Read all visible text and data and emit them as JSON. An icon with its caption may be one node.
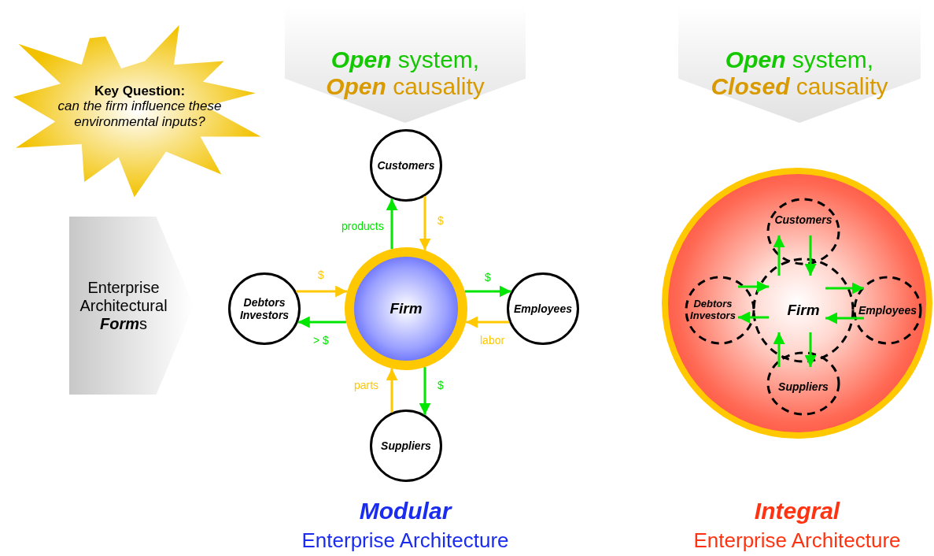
{
  "diagram": {
    "nodes": [
      {
        "text": [
          "Key Question:",
          "can the firm influence these environmental inputs?"
        ]
      },
      {
        "text": [
          "Enterprise Architectural **Form**s"
        ]
      },
      {
        "text": [
          "**Open** system,",
          "**Open** causality"
        ]
      },
      {
        "text": [
          "**Open** system,",
          "**Closed** causality"
        ]
      },
      {
        "text": [
          "Customers"
        ]
      },
      {
        "text": [
          "Debtors Investors"
        ]
      },
      {
        "text": [
          "Firm"
        ]
      },
      {
        "text": [
          "Employees"
        ]
      },
      {
        "text": [
          "Suppliers"
        ]
      },
      {
        "text": [],
        "shape": "circle"
      },
      {
        "text": [
          "Customers"
        ],
        "in": 9
      },
      {
        "text": [
          "Debtors Investors"
        ],
        "in": 9
      },
      {
        "text": [
          "Firm"
        ],
        "in": 9
      },
      {
        "text": [
          "Employees"
        ],
        "in": 9
      },
      {
        "text": [
          "Suppliers"
        ],
        "in": 9
      }
    ],
    "edges": [
      {
        "from": 6,
        "to": 4,
        "arrow": "to",
        "label": "products"
      },
      {
        "from": 4,
        "to": 6,
        "arrow": "to",
        "label": "$",
        "color": "#ffc800"
      },
      {
        "from": 5,
        "to": 6,
        "arrow": "to",
        "label": "$",
        "color": "#ffc800"
      },
      {
        "from": 6,
        "to": 5,
        "arrow": "to",
        "label": "> $"
      },
      {
        "from": 6,
        "to": 7,
        "arrow": "to",
        "label": "$"
      },
      {
        "from": 7,
        "to": 6,
        "arrow": "to",
        "label": "labor",
        "color": "#ffc800"
      },
      {
        "from": 6,
        "to": 8,
        "arrow": "to",
        "label": "$"
      },
      {
        "from": 8,
        "to": 6,
        "arrow": "to",
        "label": "parts",
        "color": "#ffc800"
      },
      {
        "from": 12,
        "to": 10,
        "arrow": "to"
      },
      {
        "from": 10,
        "to": 12,
        "arrow": "to"
      },
      {
        "from": 11,
        "to": 12,
        "arrow": "to"
      },
      {
        "from": 12,
        "to": 11,
        "arrow": "to"
      },
      {
        "from": 12,
        "to": 13,
        "arrow": "to"
      },
      {
        "from": 13,
        "to": 12,
        "arrow": "to"
      },
      {
        "from": 14,
        "to": 12,
        "arrow": "to"
      },
      {
        "from": 12,
        "to": 14,
        "arrow": "to"
      }
    ],
    "labels": [
      "Modular",
      "Enterprise Architecture",
      "Integral",
      "Enterprise Architecture"
    ]
  }
}
